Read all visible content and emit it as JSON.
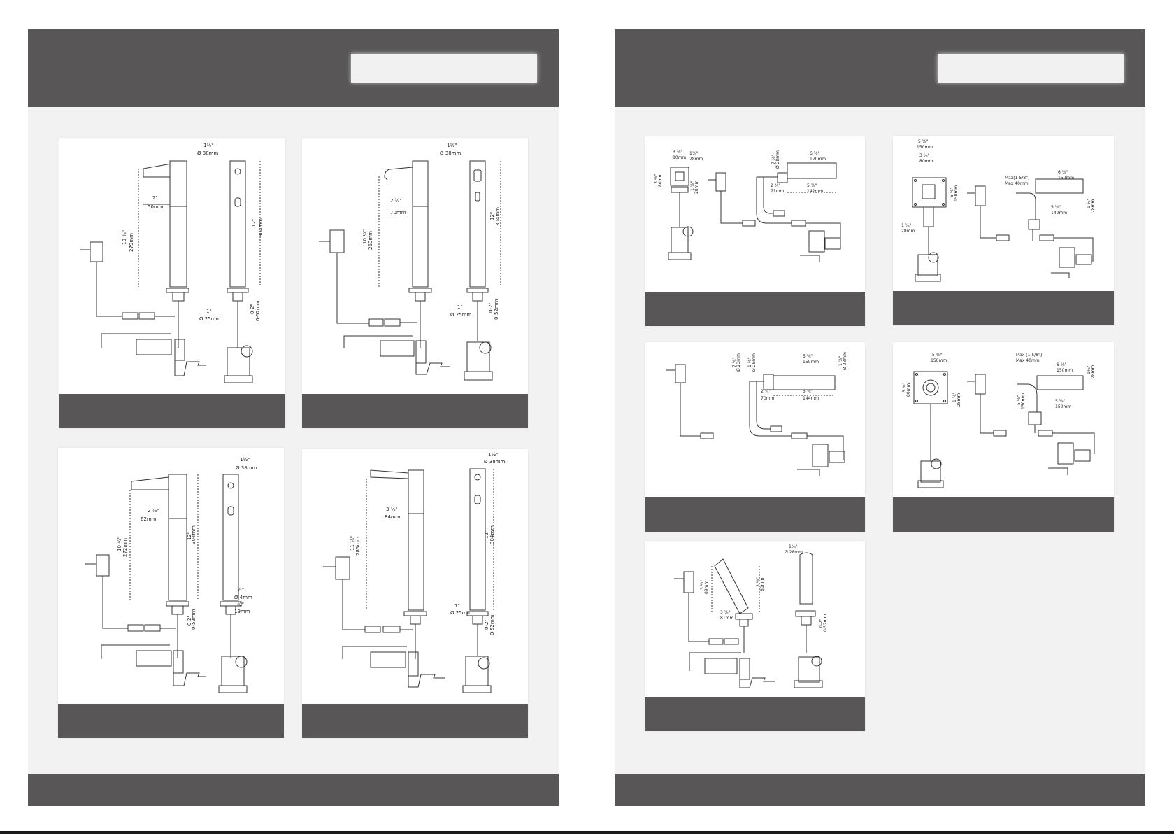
{
  "pages": [
    {
      "side": "left",
      "cards": [
        {
          "labels": [
            "1½\"",
            "Ø 38mm",
            "2\"",
            "50mm",
            "10 ¾\"",
            "279mm",
            "12\"",
            "304mm",
            "1\"",
            "Ø 25mm",
            "0-2\"",
            "0-52mm"
          ]
        },
        {
          "labels": [
            "1½\"",
            "Ø 38mm",
            "2 ¾\"",
            "70mm",
            "10 ¼\"",
            "260mm",
            "12\"",
            "304mm",
            "1\"",
            "Ø 25mm",
            "0-2\"",
            "0-52mm"
          ]
        },
        {
          "labels": [
            "1½\"",
            "Ø 38mm",
            "2 ⅝\"",
            "62mm",
            "10 ¾\"",
            "272mm",
            "12\"",
            "304mm",
            "0-2\"",
            "0-52mm",
            "½\"",
            "Ø 4mm",
            "¾\"",
            "19mm"
          ]
        },
        {
          "labels": [
            "1½\"",
            "Ø 38mm",
            "3 ⅜\"",
            "84mm",
            "11 ¼\"",
            "285mm",
            "12\"",
            "304mm",
            "1\"",
            "Ø 25mm",
            "0-2\"",
            "0-52mm"
          ]
        }
      ]
    },
    {
      "side": "right",
      "cards": [
        {
          "labels": [
            "3 ⅛\"",
            "80mm",
            "1⅛\"",
            "28mm",
            "3 ⅛\"",
            "80mm",
            "7 ⅛\"",
            "Ø 28mm",
            "6 ⅝\"",
            "170mm",
            "2 ¾\"",
            "71mm",
            "5 ⅝\"",
            "142mm",
            "1 ⅛\"",
            "28mm"
          ]
        },
        {
          "labels": [
            "5 ⅝\"",
            "150mm",
            "3 ⅛\"",
            "80mm",
            "5 ⅝\"",
            "150mm",
            "1 ⅛\"",
            "28mm",
            "Max[1 5/8\"]",
            "Max 40mm",
            "6 ⅝\"",
            "150mm",
            "5 ⅝\"",
            "142mm",
            "1 ⅛\"",
            "28mm"
          ]
        },
        {
          "labels": [
            "7 ⅛\"",
            "Ø 23mm",
            "1 ⅛\"",
            "Ø 28mm",
            "5 ⅝\"",
            "150mm",
            "1 ⅛\"",
            "Ø 28mm",
            "2 ¾\"",
            "70mm",
            "5 ⅝\"",
            "144mm"
          ]
        },
        {
          "labels": [
            "5 ⅝\"",
            "150mm",
            "Max [1 5/8\"]",
            "Max 40mm",
            "6 ⅝\"",
            "150mm",
            "1⅛\"",
            "28mm",
            "5 ⅝\"",
            "150mm",
            "3 ⅛\"",
            "80mm",
            "5 ⅝\"",
            "150mm",
            "1 ⅛\"",
            "28mm"
          ]
        },
        {
          "labels": [
            "1⅛\"",
            "Ø 28mm",
            "3 ½\"",
            "89mm",
            "3 ⅛\"",
            "80mm",
            "3 ⅛\"",
            "81mm",
            "0-2\"",
            "0-52mm"
          ]
        }
      ]
    }
  ]
}
